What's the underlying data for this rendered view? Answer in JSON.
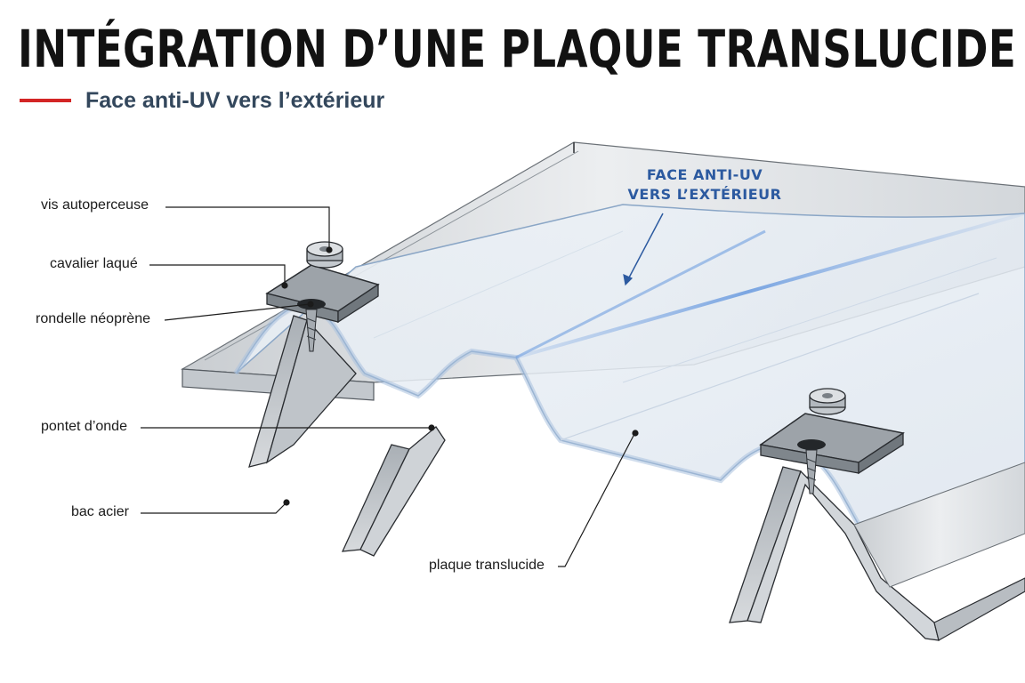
{
  "title": "INTÉGRATION D’UNE PLAQUE TRANSLUCIDE",
  "subtitle": "Face anti-UV vers l’extérieur",
  "callout": {
    "line1": "FACE ANTI-UV",
    "line2": "VERS L’EXTÉRIEUR"
  },
  "labels": {
    "vis": "vis autoperceuse",
    "cavalier": "cavalier laqué",
    "rondelle": "rondelle néoprène",
    "pontet": "pontet d’onde",
    "bac": "bac acier",
    "plaque": "plaque translucide"
  },
  "colors": {
    "accent_red": "#d32525",
    "uv_blue": "#2c5aa0",
    "steel": "#9aa1a8",
    "outline": "#2a2d31"
  }
}
